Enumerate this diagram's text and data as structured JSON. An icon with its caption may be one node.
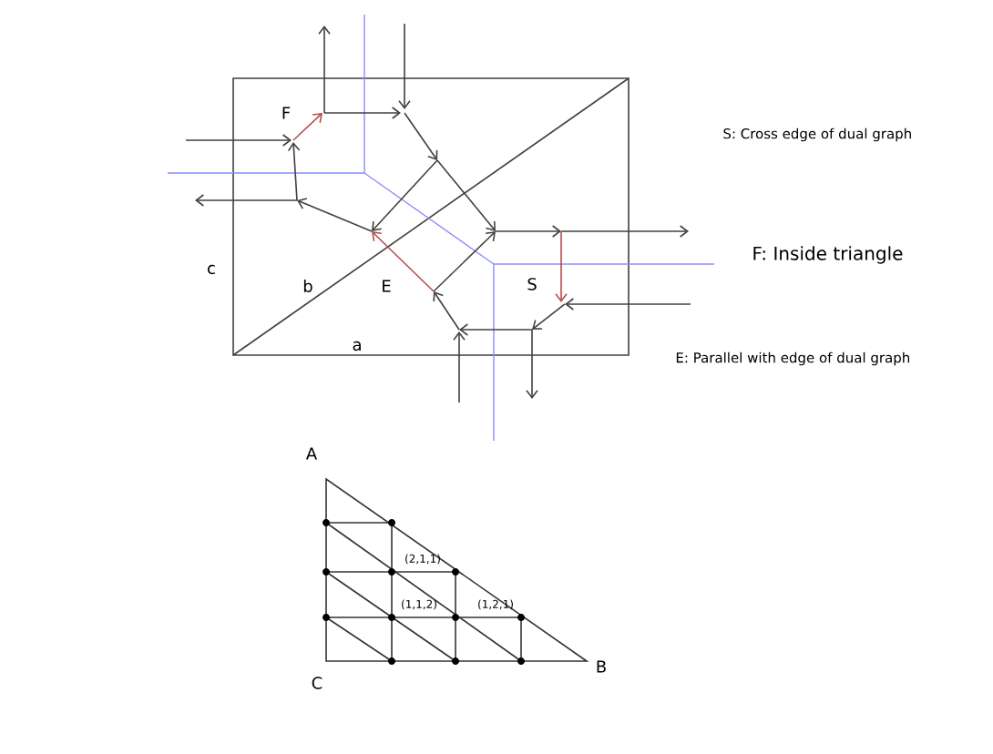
{
  "diagram": {
    "labels": [
      "F",
      "S: Cross edge of dual graph",
      "F: Inside triangle",
      "c",
      "b",
      "E",
      "S",
      "a",
      "E: Parallel with edge of dual graph",
      "A",
      "(2,1,1)",
      "(1,1,2)",
      "(1,2,1)",
      "C",
      "B"
    ]
  }
}
